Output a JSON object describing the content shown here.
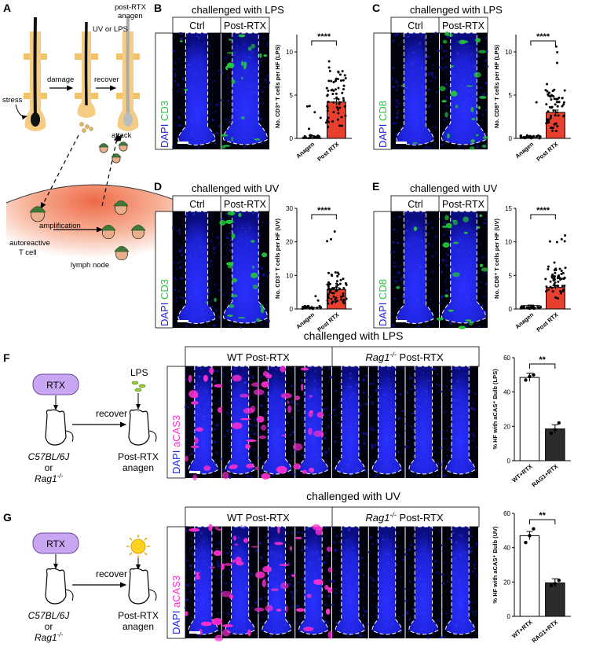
{
  "panel_letters": {
    "A": "A",
    "B": "B",
    "C": "C",
    "D": "D",
    "E": "E",
    "F": "F",
    "G": "G"
  },
  "schematic_a": {
    "post_rtx_anagen": "post-RTX",
    "anagen": "anagen",
    "uv_or_lps": "UV or LPS",
    "damage": "damage",
    "recover": "recover",
    "stress": "stress",
    "attack": "attack",
    "amplification": "amplification",
    "autoreactive": "autoreactive",
    "t_cell": "T cell",
    "lymph_node": "lymph node"
  },
  "img_labels": {
    "ctrl": "Ctrl",
    "post_rtx": "Post-RTX",
    "dapi": "DAPI",
    "cd3": "CD3",
    "cd8": "CD8",
    "acas3": "aCAS3",
    "wt_post_rtx": "WT Post-RTX",
    "rag1": "Rag1",
    "rag1_sup": "-/-",
    "post_rtx_suffix": " Post-RTX"
  },
  "titles": {
    "lps": "challenged with LPS",
    "uv": "challenged with UV"
  },
  "schematic_fg": {
    "rtx": "RTX",
    "lps": "LPS",
    "recover": "recover",
    "c57": "C57BL/6J",
    "or": "or",
    "rag1": "Rag1",
    "rag1_sup": "-/-",
    "post_rtx": "Post-RTX",
    "anagen": "anagen"
  },
  "colors": {
    "dapi": "#1f22e8",
    "green": "#24c93a",
    "magenta": "#ff2fd0",
    "bar_red": "#e8402f",
    "rtx_fill": "#c9a6f2",
    "sun": "#ffd21f",
    "lymph": "#f08a6a",
    "hair_bulb": "#f4c26b",
    "tcell": "#3e7a3a"
  },
  "chart_data": [
    {
      "id": "B",
      "type": "bar",
      "categories": [
        "Anagen",
        "Post RTX"
      ],
      "values": [
        0.05,
        4.2
      ],
      "ylabel": "No. CD3⁺ T cells per HF (LPS)",
      "ylim": [
        0,
        12
      ],
      "yticks": [
        "0",
        "5",
        "10"
      ],
      "significance": "****",
      "style": "scatter-bar"
    },
    {
      "id": "C",
      "type": "bar",
      "categories": [
        "Anagen",
        "Post RTX"
      ],
      "values": [
        0.1,
        3.0
      ],
      "ylabel": "No. CD8⁺ T cells per HF (LPS)",
      "ylim": [
        0,
        12
      ],
      "yticks": [
        "0",
        "5",
        "10"
      ],
      "significance": "****",
      "style": "scatter-bar"
    },
    {
      "id": "D",
      "type": "bar",
      "categories": [
        "Anagen",
        "Post RTX"
      ],
      "values": [
        0.4,
        5.8
      ],
      "ylabel": "No. CD3⁺ T cells per HF (UV)",
      "ylim": [
        0,
        30
      ],
      "yticks": [
        "0",
        "10",
        "20",
        "30"
      ],
      "significance": "****",
      "style": "scatter-bar"
    },
    {
      "id": "E",
      "type": "bar",
      "categories": [
        "Anagen",
        "Post RTX"
      ],
      "values": [
        0.5,
        3.2
      ],
      "ylabel": "No. CD8⁺ T cells per HF (UV)",
      "ylim": [
        0,
        15
      ],
      "yticks": [
        "0",
        "5",
        "10",
        "15"
      ],
      "significance": "****",
      "style": "scatter-bar"
    },
    {
      "id": "F",
      "type": "bar",
      "categories": [
        "WT+RTX",
        "RAG1+RTX"
      ],
      "values": [
        48.5,
        18.5
      ],
      "points": [
        [
          47,
          49,
          50
        ],
        [
          16,
          18,
          22
        ]
      ],
      "ylabel": "% HF with aCAS⁺ Bulb (LPS)",
      "ylim": [
        0,
        60
      ],
      "yticks": [
        "0",
        "20",
        "40",
        "60"
      ],
      "significance": "**"
    },
    {
      "id": "G",
      "type": "bar",
      "categories": [
        "WT+RTX",
        "RAG1+RTX"
      ],
      "values": [
        47,
        19.5
      ],
      "points": [
        [
          43,
          47,
          51
        ],
        [
          18,
          19,
          21
        ]
      ],
      "ylabel": "% HF with aCAS⁺ Bulb (UV)",
      "ylim": [
        0,
        60
      ],
      "yticks": [
        "0",
        "20",
        "40",
        "60"
      ],
      "significance": "**"
    }
  ]
}
